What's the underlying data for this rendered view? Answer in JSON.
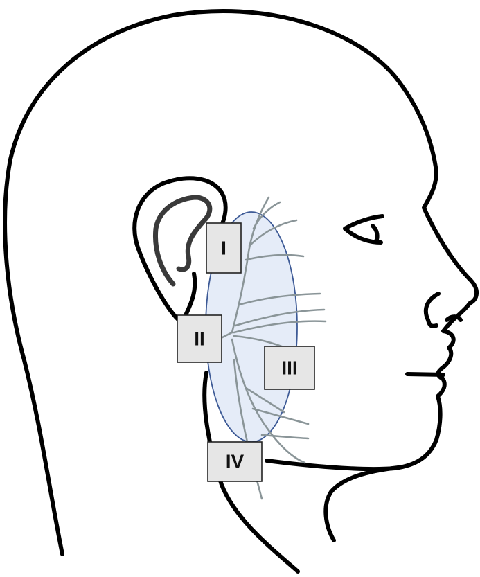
{
  "zones": [
    {
      "id": "I",
      "label": "I"
    },
    {
      "id": "II",
      "label": "II"
    },
    {
      "id": "III",
      "label": "III"
    },
    {
      "id": "IV",
      "label": "IV"
    }
  ],
  "colors": {
    "outline": "#000000",
    "nerve": "#8a9598",
    "parotid_fill": "#dce6f6",
    "parotid_stroke": "#3d5a96",
    "box_fill": "#e6e6e6"
  }
}
